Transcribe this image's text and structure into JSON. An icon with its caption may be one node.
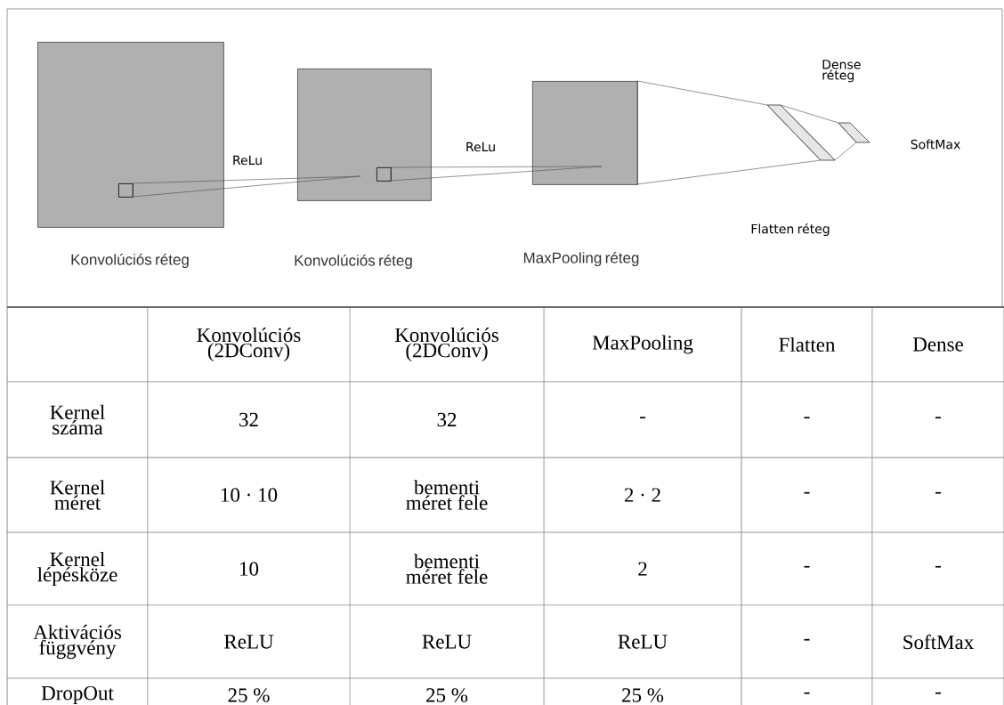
{
  "diagram": {
    "nodes": [
      {
        "text": [
          "Konvolúciós réteg"
        ]
      },
      {
        "text": [],
        "shape": "box",
        "in": 0
      },
      {
        "text": [
          "Konvolúciós réteg"
        ]
      },
      {
        "text": [],
        "shape": "box",
        "in": 2
      },
      {
        "text": [
          "MaxPooling réteg"
        ]
      },
      {
        "text": [],
        "shape": "parallelogram"
      },
      {
        "text": [],
        "shape": "parallelogram"
      }
    ],
    "edges": [
      {
        "from": 1,
        "to": 2,
        "arrow": "none",
        "label": "ReLu"
      },
      {
        "from": 3,
        "to": 4,
        "arrow": "none",
        "label": "ReLu"
      },
      {
        "from": 4,
        "to": 5,
        "arrow": "none"
      },
      {
        "from": 5,
        "to": 6,
        "arrow": "none"
      }
    ],
    "labels": [
      "Dense réteg",
      "SoftMax",
      "Flatten réteg",
      "Konvolúciós (2DConv)",
      "Konvolúciós (2DConv)",
      "MaxPooling",
      "Flatten",
      "Dense",
      "Kernel száma",
      "32",
      "32",
      "-",
      "-",
      "-",
      "Kernel méret",
      "10 · 10",
      "bementi méret fele",
      "2 · 2",
      "-",
      "-",
      "Kernel lépésköze",
      "10",
      "bementi méret fele",
      "2",
      "-",
      "-",
      "Aktivációs függvény",
      "ReLU",
      "ReLU",
      "ReLU",
      "-",
      "SoftMax",
      "DropOut",
      "25 %",
      "25 %",
      "25 %",
      "-",
      "-"
    ]
  }
}
